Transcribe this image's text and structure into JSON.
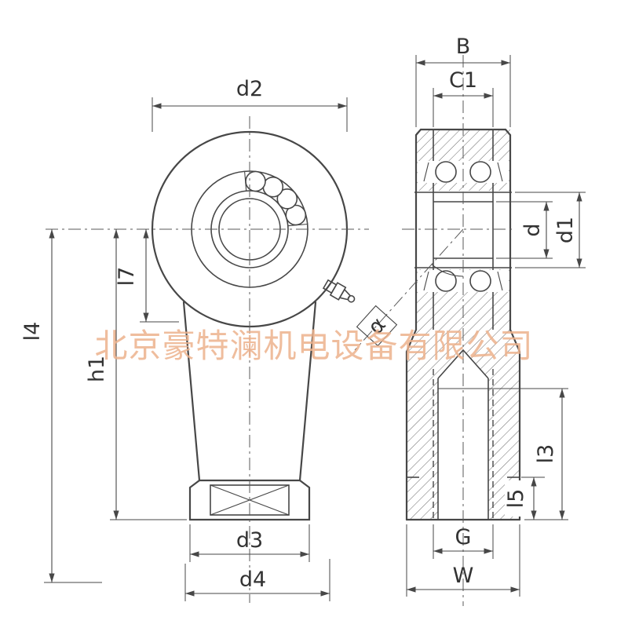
{
  "drawing": {
    "watermark": {
      "text": "北京豪特澜机电设备有限公司",
      "color": "#edb28d"
    }
  },
  "views": {
    "front": {
      "dimensions": {
        "d2": "d2",
        "d3": "d3",
        "d4": "d4",
        "l7": "l7",
        "h1": "h1",
        "l4": "l4"
      }
    },
    "side": {
      "dimensions": {
        "B": "B",
        "C1": "C1",
        "d": "d",
        "d1": "d1",
        "alpha": "α",
        "l3": "l3",
        "l5": "l5",
        "G": "G",
        "W": "W"
      }
    }
  },
  "colors": {
    "line": "#474747",
    "hatch": "#6a6a6a",
    "watermark": "#edb28d",
    "background": "#ffffff"
  }
}
